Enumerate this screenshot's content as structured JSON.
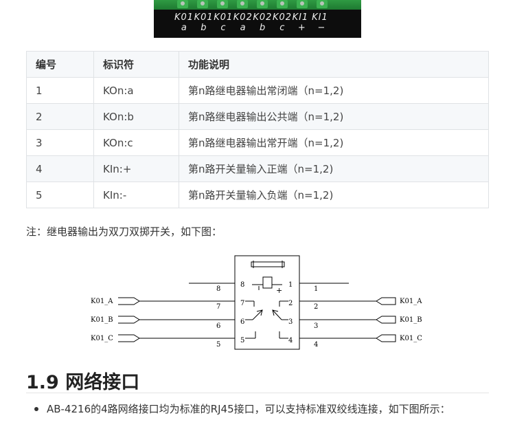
{
  "photo": {
    "labels_top": [
      "K01",
      "K01",
      "K01",
      "K02",
      "K02",
      "K02",
      "KI1",
      "KI1"
    ],
    "labels_bottom": [
      "a",
      "b",
      "c",
      "a",
      "b",
      "c",
      "+",
      "−"
    ]
  },
  "table": {
    "headers": [
      "编号",
      "标识符",
      "功能说明"
    ],
    "rows": [
      [
        "1",
        "KOn:a",
        "第n路继电器输出常闭端（n=1,2)"
      ],
      [
        "2",
        "KOn:b",
        "第n路继电器输出公共端（n=1,2)"
      ],
      [
        "3",
        "KOn:c",
        "第n路继电器输出常开端（n=1,2)"
      ],
      [
        "4",
        "KIn:+",
        "第n路开关量输入正端（n=1,2)"
      ],
      [
        "5",
        "KIn:-",
        "第n路开关量输入负端（n=1,2)"
      ]
    ]
  },
  "note": "注：继电器输出为双刀双掷开关，如下图：",
  "diagram": {
    "left_labels": [
      "K01_A",
      "K01_B",
      "K01_C"
    ],
    "right_labels": [
      "K01_A",
      "K01_B",
      "K01_C"
    ],
    "left_outer_numbers": [
      "8",
      "7",
      "6",
      "5"
    ],
    "left_inner_numbers": [
      "8",
      "7",
      "6",
      "5"
    ],
    "right_inner_numbers": [
      "1",
      "2",
      "3",
      "4"
    ],
    "right_outer_numbers": [
      "1",
      "2",
      "3",
      "4"
    ],
    "plus": "+"
  },
  "section": {
    "title": "1.9 网络接口"
  },
  "bullets": [
    "AB-4216的4路网络接口均为标准的RJ45接口，可以支持标准双绞线连接，如下图所示："
  ]
}
